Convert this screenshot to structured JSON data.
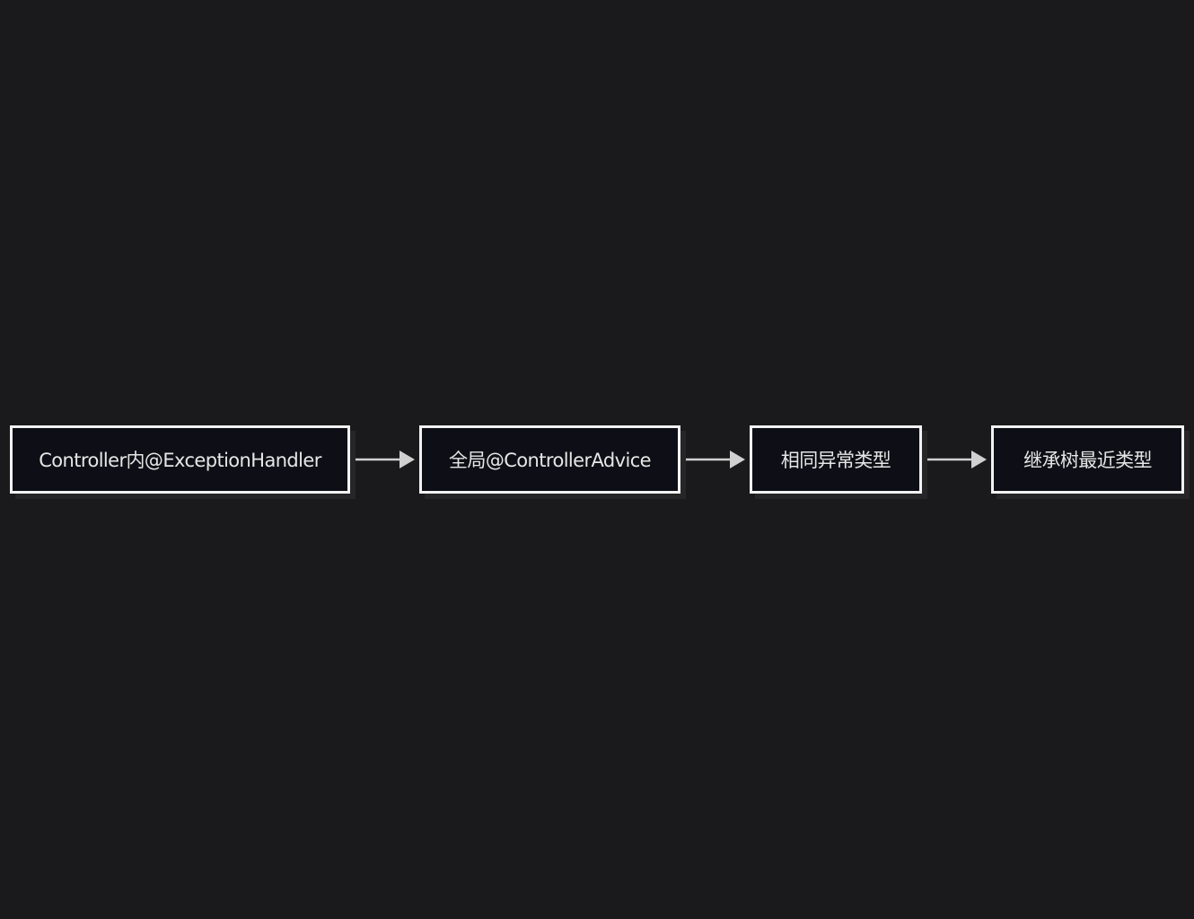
{
  "diagram": {
    "type": "flowchart",
    "direction": "left-to-right",
    "nodes": [
      {
        "id": "n1",
        "label": "Controller内@ExceptionHandler"
      },
      {
        "id": "n2",
        "label": "全局@ControllerAdvice"
      },
      {
        "id": "n3",
        "label": "相同异常类型"
      },
      {
        "id": "n4",
        "label": "继承树最近类型"
      }
    ],
    "edges": [
      {
        "from": "n1",
        "to": "n2"
      },
      {
        "from": "n2",
        "to": "n3"
      },
      {
        "from": "n3",
        "to": "n4"
      }
    ],
    "colors": {
      "background": "#1a1a1c",
      "node_fill": "#0e0f16",
      "node_border": "#f2f2f2",
      "text": "#e6e6e6",
      "edge": "#d0d0d0"
    }
  }
}
